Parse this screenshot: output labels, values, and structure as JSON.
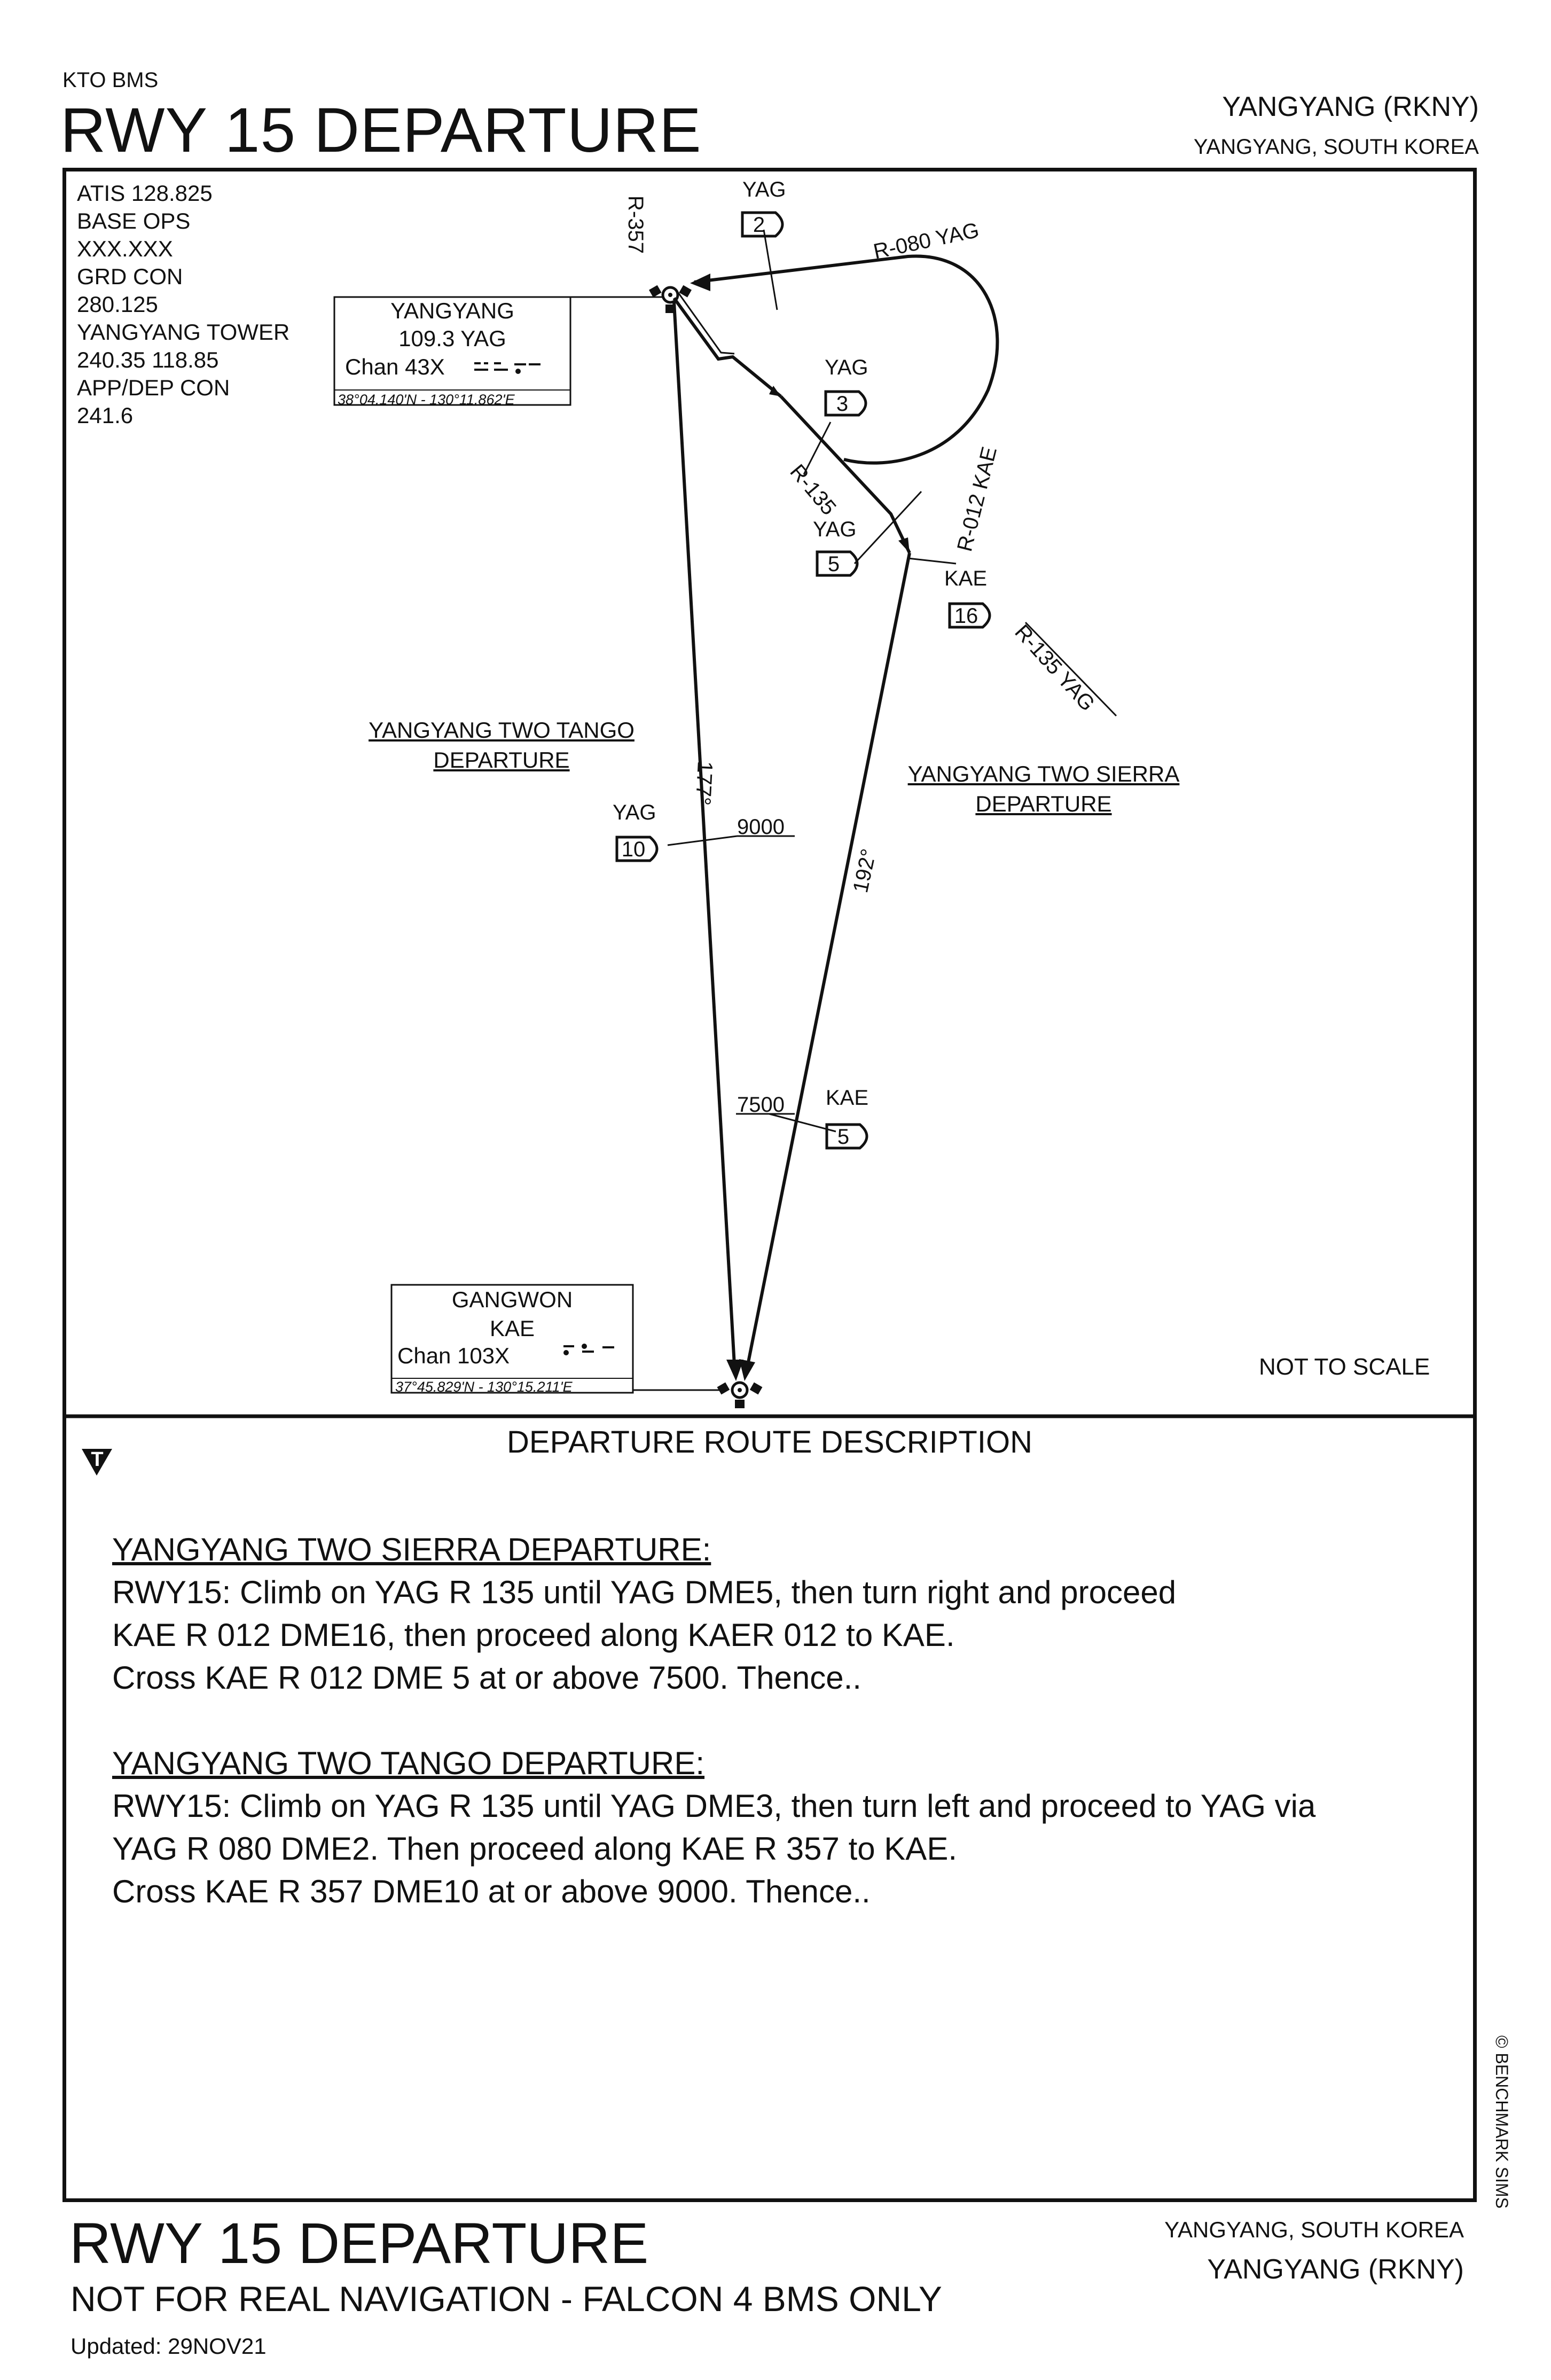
{
  "header": {
    "top_label": "KTO BMS",
    "title": "RWY 15 DEPARTURE",
    "airport": "YANGYANG (RKNY)",
    "location": "YANGYANG, SOUTH KOREA"
  },
  "frequencies": {
    "lines": [
      "ATIS   128.825",
      "BASE OPS",
      "XXX.XXX",
      "GRD CON",
      "280.125",
      "YANGYANG TOWER",
      "240.35  118.85",
      "APP/DEP CON",
      "241.6"
    ]
  },
  "navaids": {
    "yangyang": {
      "name": "YANGYANG",
      "freq_ident": "109.3  YAG",
      "chan": "Chan 43X",
      "coords": "38°04.140'N - 130°11.862'E"
    },
    "gangwon": {
      "name": "GANGWON",
      "ident": "KAE",
      "chan": "Chan 103X",
      "coords": "37°45.829'N - 130°15.211'E"
    }
  },
  "route_labels": {
    "r357": "R-357",
    "r080": "R-080 YAG",
    "r135": "R-135",
    "r012": "R-012 KAE",
    "r135yag": "R-135 YAG",
    "course_tango": "177°",
    "course_sierra": "192°",
    "alt_9000": "9000",
    "alt_7500": "7500"
  },
  "dme_fixes": [
    {
      "station": "YAG",
      "dme": "2"
    },
    {
      "station": "YAG",
      "dme": "3"
    },
    {
      "station": "YAG",
      "dme": "5"
    },
    {
      "station": "KAE",
      "dme": "16"
    },
    {
      "station": "YAG",
      "dme": "10"
    },
    {
      "station": "KAE",
      "dme": "5"
    }
  ],
  "procedure_labels": {
    "tango_l1": "YANGYANG TWO TANGO",
    "tango_l2": "DEPARTURE",
    "sierra_l1": "YANGYANG TWO SIERRA",
    "sierra_l2": "DEPARTURE"
  },
  "scale_note": "NOT TO SCALE",
  "description": {
    "heading": "DEPARTURE ROUTE DESCRIPTION",
    "takeoff_symbol": "T",
    "sierra_title": "YANGYANG TWO SIERRA DEPARTURE:",
    "sierra_lines": [
      "RWY15: Climb on YAG R 135 until YAG DME5, then turn right and proceed",
      "KAE R 012 DME16, then proceed along KAER 012 to KAE.",
      "Cross KAE R 012 DME 5 at or above 7500. Thence.."
    ],
    "tango_title": "YANGYANG TWO TANGO DEPARTURE:",
    "tango_lines": [
      "RWY15:  Climb on YAG R 135 until YAG DME3, then turn left and proceed to YAG via",
      "YAG R 080 DME2. Then proceed along KAE R 357 to KAE.",
      "Cross KAE R 357 DME10 at or above 9000. Thence.."
    ]
  },
  "copyright": "© BENCHMARK SIMS",
  "footer": {
    "title": "RWY 15 DEPARTURE",
    "disclaimer": "NOT FOR REAL NAVIGATION - FALCON 4 BMS ONLY",
    "updated": "Updated: 29NOV21",
    "location": "YANGYANG, SOUTH KOREA",
    "airport": "YANGYANG (RKNY)"
  }
}
